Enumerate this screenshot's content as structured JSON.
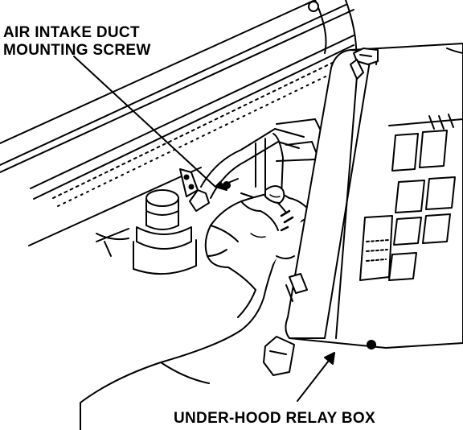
{
  "labels": {
    "screw_line1": "AIR INTAKE DUCT",
    "screw_line2": "MOUNTING SCREW",
    "relay_box": "UNDER-HOOD RELAY BOX"
  },
  "colors": {
    "ink": "#000000",
    "paper": "#ffffff"
  }
}
